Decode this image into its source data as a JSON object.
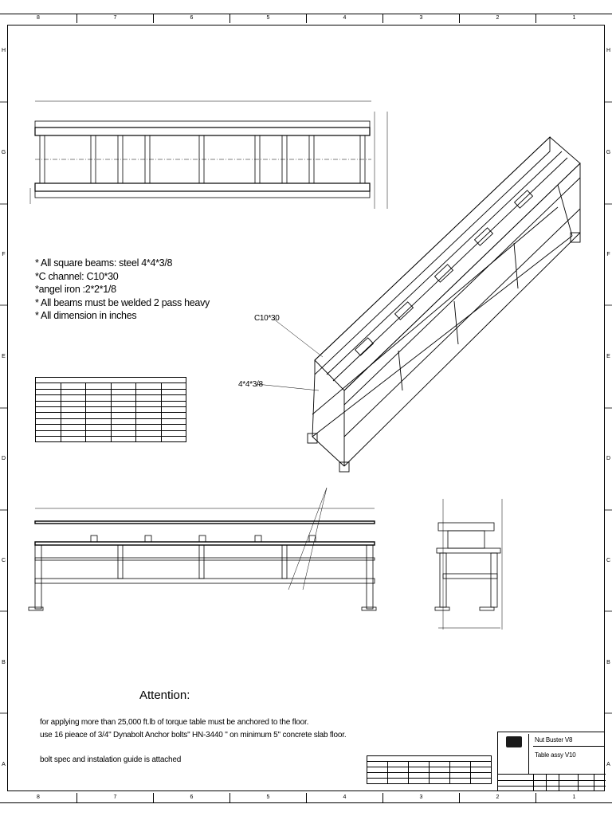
{
  "zones": {
    "columns": [
      "8",
      "7",
      "6",
      "5",
      "4",
      "3",
      "2",
      "1"
    ],
    "rows": [
      "H",
      "G",
      "F",
      "E",
      "D",
      "C",
      "B",
      "A"
    ]
  },
  "notes": [
    "* All square beams: steel 4*4*3/8",
    "*C channel: C10*30",
    "*angel iron :2*2*1/8",
    "* All beams must be welded 2 pass heavy",
    "* All dimension in inches"
  ],
  "callouts": {
    "c_channel": "C10*30",
    "square_beam": "4*4*3/8"
  },
  "attention": {
    "heading": "Attention:",
    "line1": "for applying more than 25,000 ft.lb of torque table must be anchored to the floor.",
    "line2": "use 16 pieace  of 3/4\" Dynabolt Anchor bolts\" HN-3440 \" on minimum  5\" concrete slab floor.",
    "line3": "bolt spec and instalation guide is attached"
  },
  "title_block": {
    "project": "Nut Buster V8",
    "title": "Table assy V10"
  }
}
